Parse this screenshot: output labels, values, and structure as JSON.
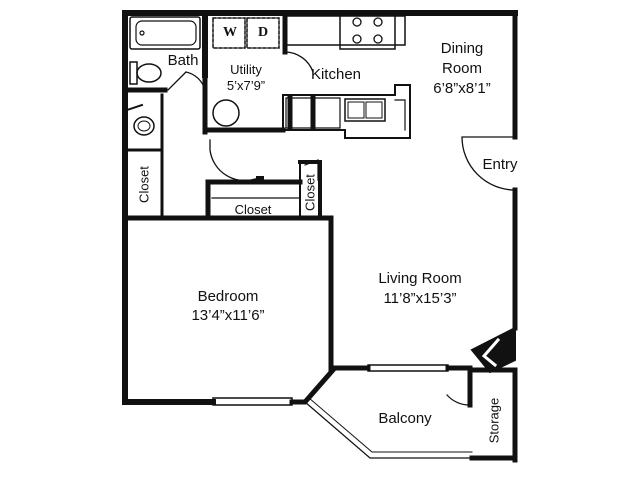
{
  "rooms": {
    "bath": {
      "name": "Bath"
    },
    "utility": {
      "name": "Utility",
      "size": "5’x7’9”"
    },
    "kitchen": {
      "name": "Kitchen"
    },
    "dining": {
      "name": "Dining Room",
      "name_line1": "Dining",
      "name_line2": "Room",
      "size": "6’8”x8’1”"
    },
    "entry": {
      "name": "Entry"
    },
    "closet_left": {
      "name": "Closet"
    },
    "closet_center": {
      "name": "Closet"
    },
    "closet_small": {
      "name": "Closet"
    },
    "living": {
      "name": "Living Room",
      "size": "11’8”x15’3”"
    },
    "bedroom": {
      "name": "Bedroom",
      "size": "13’4”x11’6”"
    },
    "balcony": {
      "name": "Balcony"
    },
    "storage": {
      "name": "Storage"
    }
  },
  "appliances": {
    "washer": "W",
    "dryer": "D"
  },
  "colors": {
    "wall": "#111111",
    "background": "#ffffff"
  }
}
